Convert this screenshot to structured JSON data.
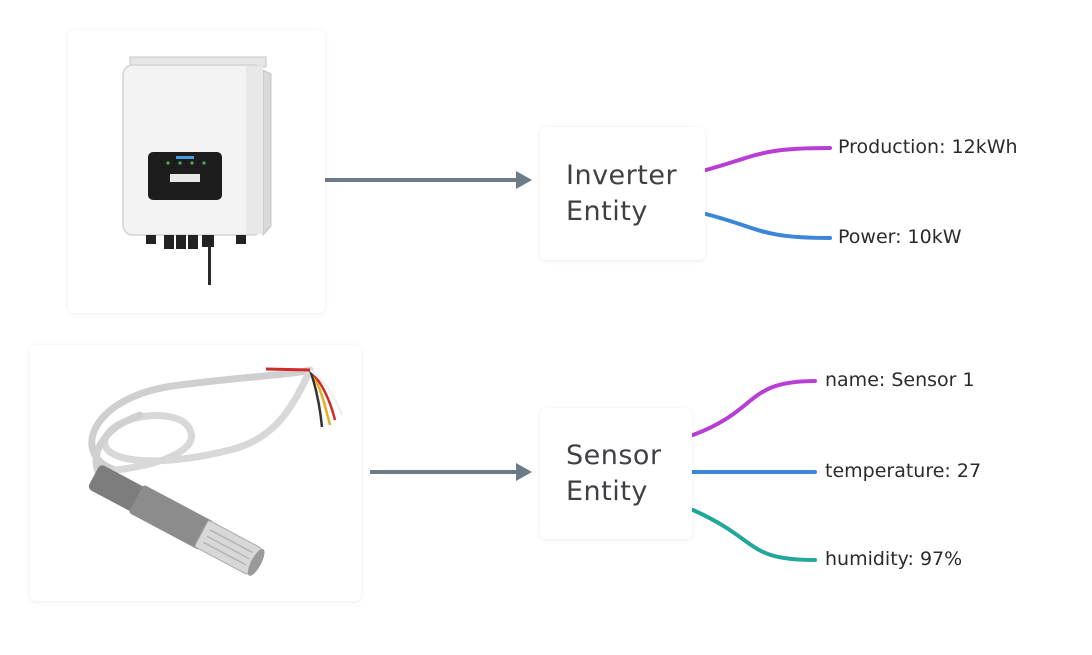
{
  "inverter": {
    "image_name": "inverter-device-image",
    "entity_title_line1": "Inverter",
    "entity_title_line2": "Entity",
    "attributes": [
      {
        "label": "Production: 12kWh",
        "color": "#b73fd6"
      },
      {
        "label": "Power: 10kW",
        "color": "#3b86d8"
      }
    ]
  },
  "sensor": {
    "image_name": "humidity-sensor-image",
    "entity_title_line1": "Sensor",
    "entity_title_line2": "Entity",
    "attributes": [
      {
        "label": "name: Sensor 1",
        "color": "#b73fd6"
      },
      {
        "label": "temperature: 27",
        "color": "#3b86d8"
      },
      {
        "label": "humidity: 97%",
        "color": "#22a79a"
      }
    ]
  },
  "arrow_color": "#6c7b89"
}
